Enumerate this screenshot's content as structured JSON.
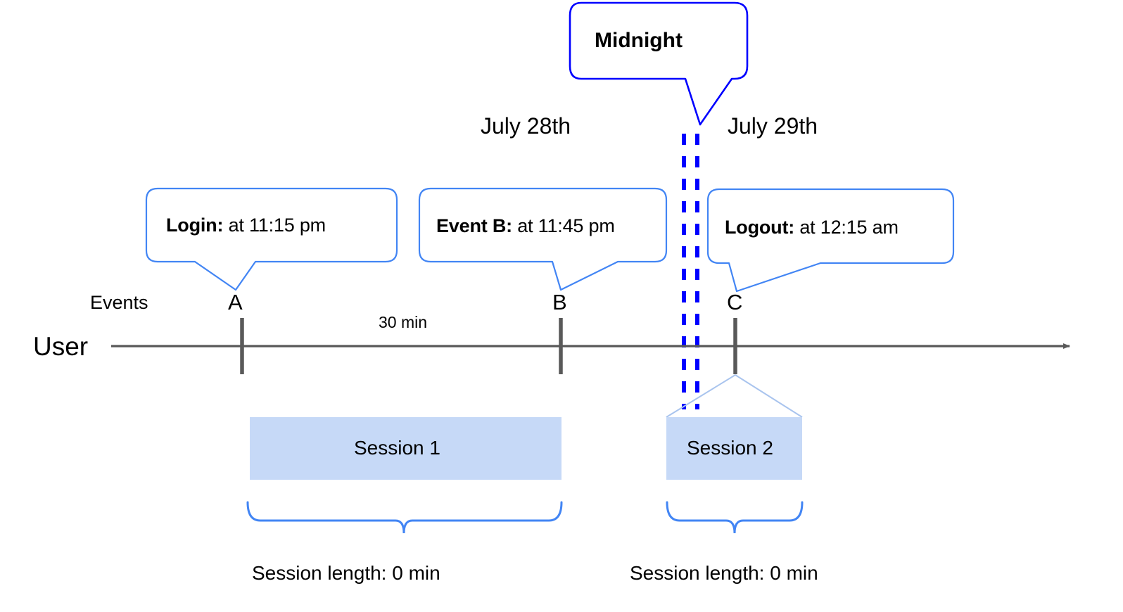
{
  "diagram": {
    "title_callout": {
      "label": "Midnight",
      "border_color": "#0000ff"
    },
    "day_labels": [
      {
        "name": "day-left",
        "text": "July 28th"
      },
      {
        "name": "day-right",
        "text": "July 29th"
      }
    ],
    "midnight_divider": {
      "style": "double-dashed-vertical",
      "color": "#0000ff"
    },
    "event_callouts": [
      {
        "id": "A",
        "bold": "Login:",
        "rest": " at 11:15 pm",
        "border_color": "#4285f4"
      },
      {
        "id": "B",
        "bold": "Event B:",
        "rest": " at 11:45 pm",
        "border_color": "#4285f4"
      },
      {
        "id": "C",
        "bold": "Logout:",
        "rest": " at 12:15 am",
        "border_color": "#4285f4"
      }
    ],
    "axis": {
      "row_label": "User",
      "events_label": "Events",
      "line_color": "#595959",
      "gap_label": "30 min",
      "event_markers": [
        {
          "letter": "A"
        },
        {
          "letter": "B"
        },
        {
          "letter": "C"
        }
      ]
    },
    "sessions": [
      {
        "label": "Session 1",
        "length_text": "Session length: 0 min",
        "fill": "#c6d9f7"
      },
      {
        "label": "Session 2",
        "length_text": "Session length: 0 min",
        "fill": "#c6d9f7"
      }
    ],
    "brace_color": "#4285f4"
  }
}
